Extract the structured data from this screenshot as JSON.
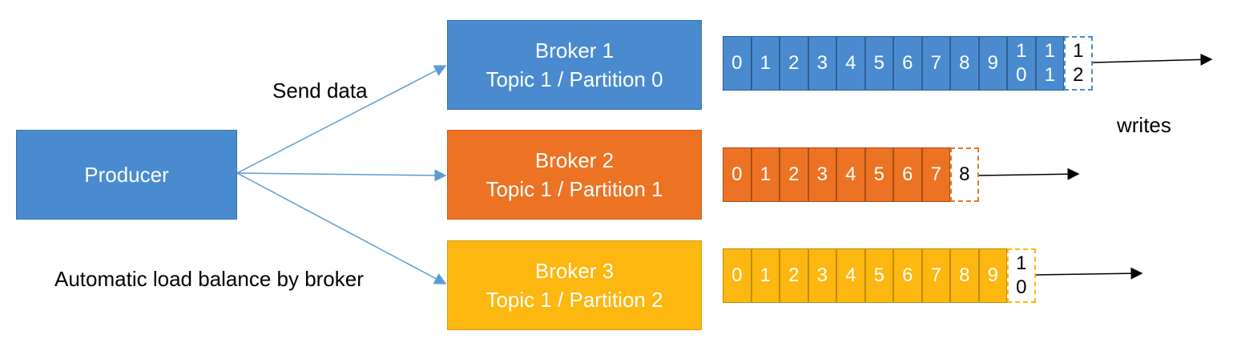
{
  "producer": {
    "label": "Producer"
  },
  "brokers": [
    {
      "name": "Broker 1",
      "topic": "Topic 1 / Partition 0",
      "color": "#4a8bd0"
    },
    {
      "name": "Broker 2",
      "topic": "Topic 1 / Partition 1",
      "color": "#ec7323"
    },
    {
      "name": "Broker 3",
      "topic": "Topic 1 / Partition 2",
      "color": "#fcb710"
    }
  ],
  "labels": {
    "send_data": "Send data",
    "load_balance": "Automatic load balance by broker",
    "writes": "writes"
  },
  "partitions": [
    {
      "offsets": [
        "0",
        "1",
        "2",
        "3",
        "4",
        "5",
        "6",
        "7",
        "8",
        "9",
        "1|0",
        "1|1"
      ],
      "next": "1|2"
    },
    {
      "offsets": [
        "0",
        "1",
        "2",
        "3",
        "4",
        "5",
        "6",
        "7"
      ],
      "next": "8"
    },
    {
      "offsets": [
        "0",
        "1",
        "2",
        "3",
        "4",
        "5",
        "6",
        "7",
        "8",
        "9"
      ],
      "next": "1|0"
    }
  ]
}
